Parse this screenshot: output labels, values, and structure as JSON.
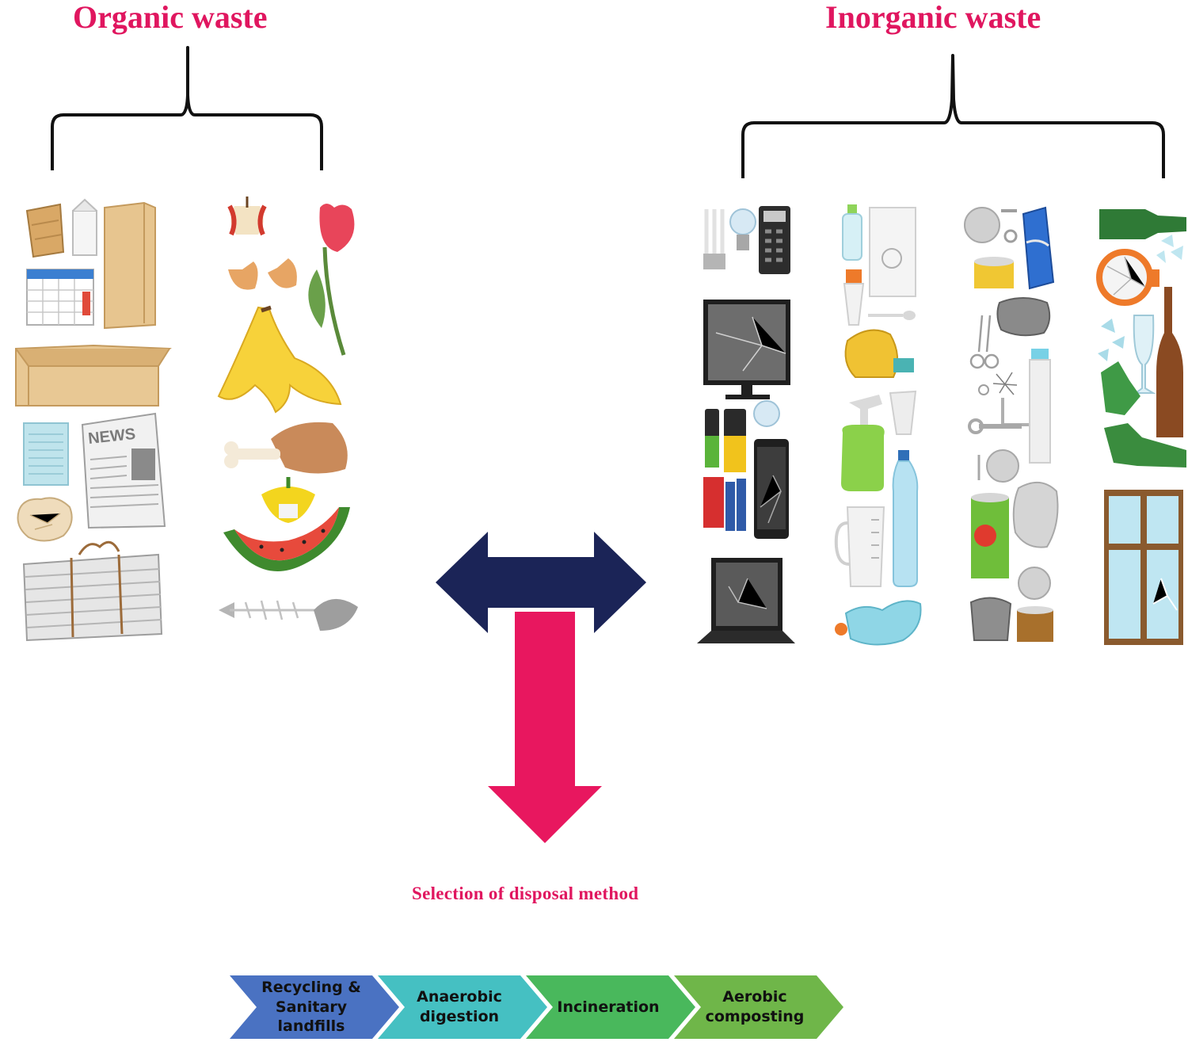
{
  "headings": {
    "organic": "Organic waste",
    "inorganic": "Inorganic waste"
  },
  "selection_label": "Selection of disposal method",
  "disposal_methods": [
    {
      "label": "Recycling & Sanitary landfills",
      "color": "#4a72c2"
    },
    {
      "label": "Anaerobic digestion",
      "color": "#45c0c2"
    },
    {
      "label": "Incineration",
      "color": "#49b85c"
    },
    {
      "label": "Aerobic composting",
      "color": "#6fb649"
    }
  ],
  "colors": {
    "heading": "#e0165f",
    "double_arrow": "#1b2457",
    "down_arrow": "#e8175f",
    "bracket": "#111111"
  },
  "icons": {
    "organic": [
      "crumpled-cup-icon",
      "milk-carton-icon",
      "paper-bag-icon",
      "calendar-icon",
      "cardboard-box-icon",
      "notepad-icon",
      "newspaper-icon",
      "crumpled-paper-icon",
      "paper-bundle-icon",
      "apple-core-icon",
      "eggshell-icon",
      "tulip-icon",
      "banana-peel-icon",
      "chicken-bone-icon",
      "pepper-core-icon",
      "watermelon-rind-icon",
      "fish-bone-icon"
    ],
    "inorganic": [
      "light-bulb-icon",
      "calculator-icon",
      "broken-monitor-icon",
      "battery-icon",
      "broken-phone-icon",
      "broken-laptop-icon",
      "plastic-bottle-icon",
      "plastic-bag-icon",
      "spray-bottle-icon",
      "measuring-jug-icon",
      "water-bottle-icon",
      "crushed-bottle-icon",
      "tin-can-icon",
      "soda-can-icon",
      "scissors-icon",
      "wrench-icon",
      "canned-food-icon",
      "green-bottle-icon",
      "broken-clock-icon",
      "brown-bottle-icon",
      "wine-glass-icon",
      "broken-window-icon"
    ]
  }
}
